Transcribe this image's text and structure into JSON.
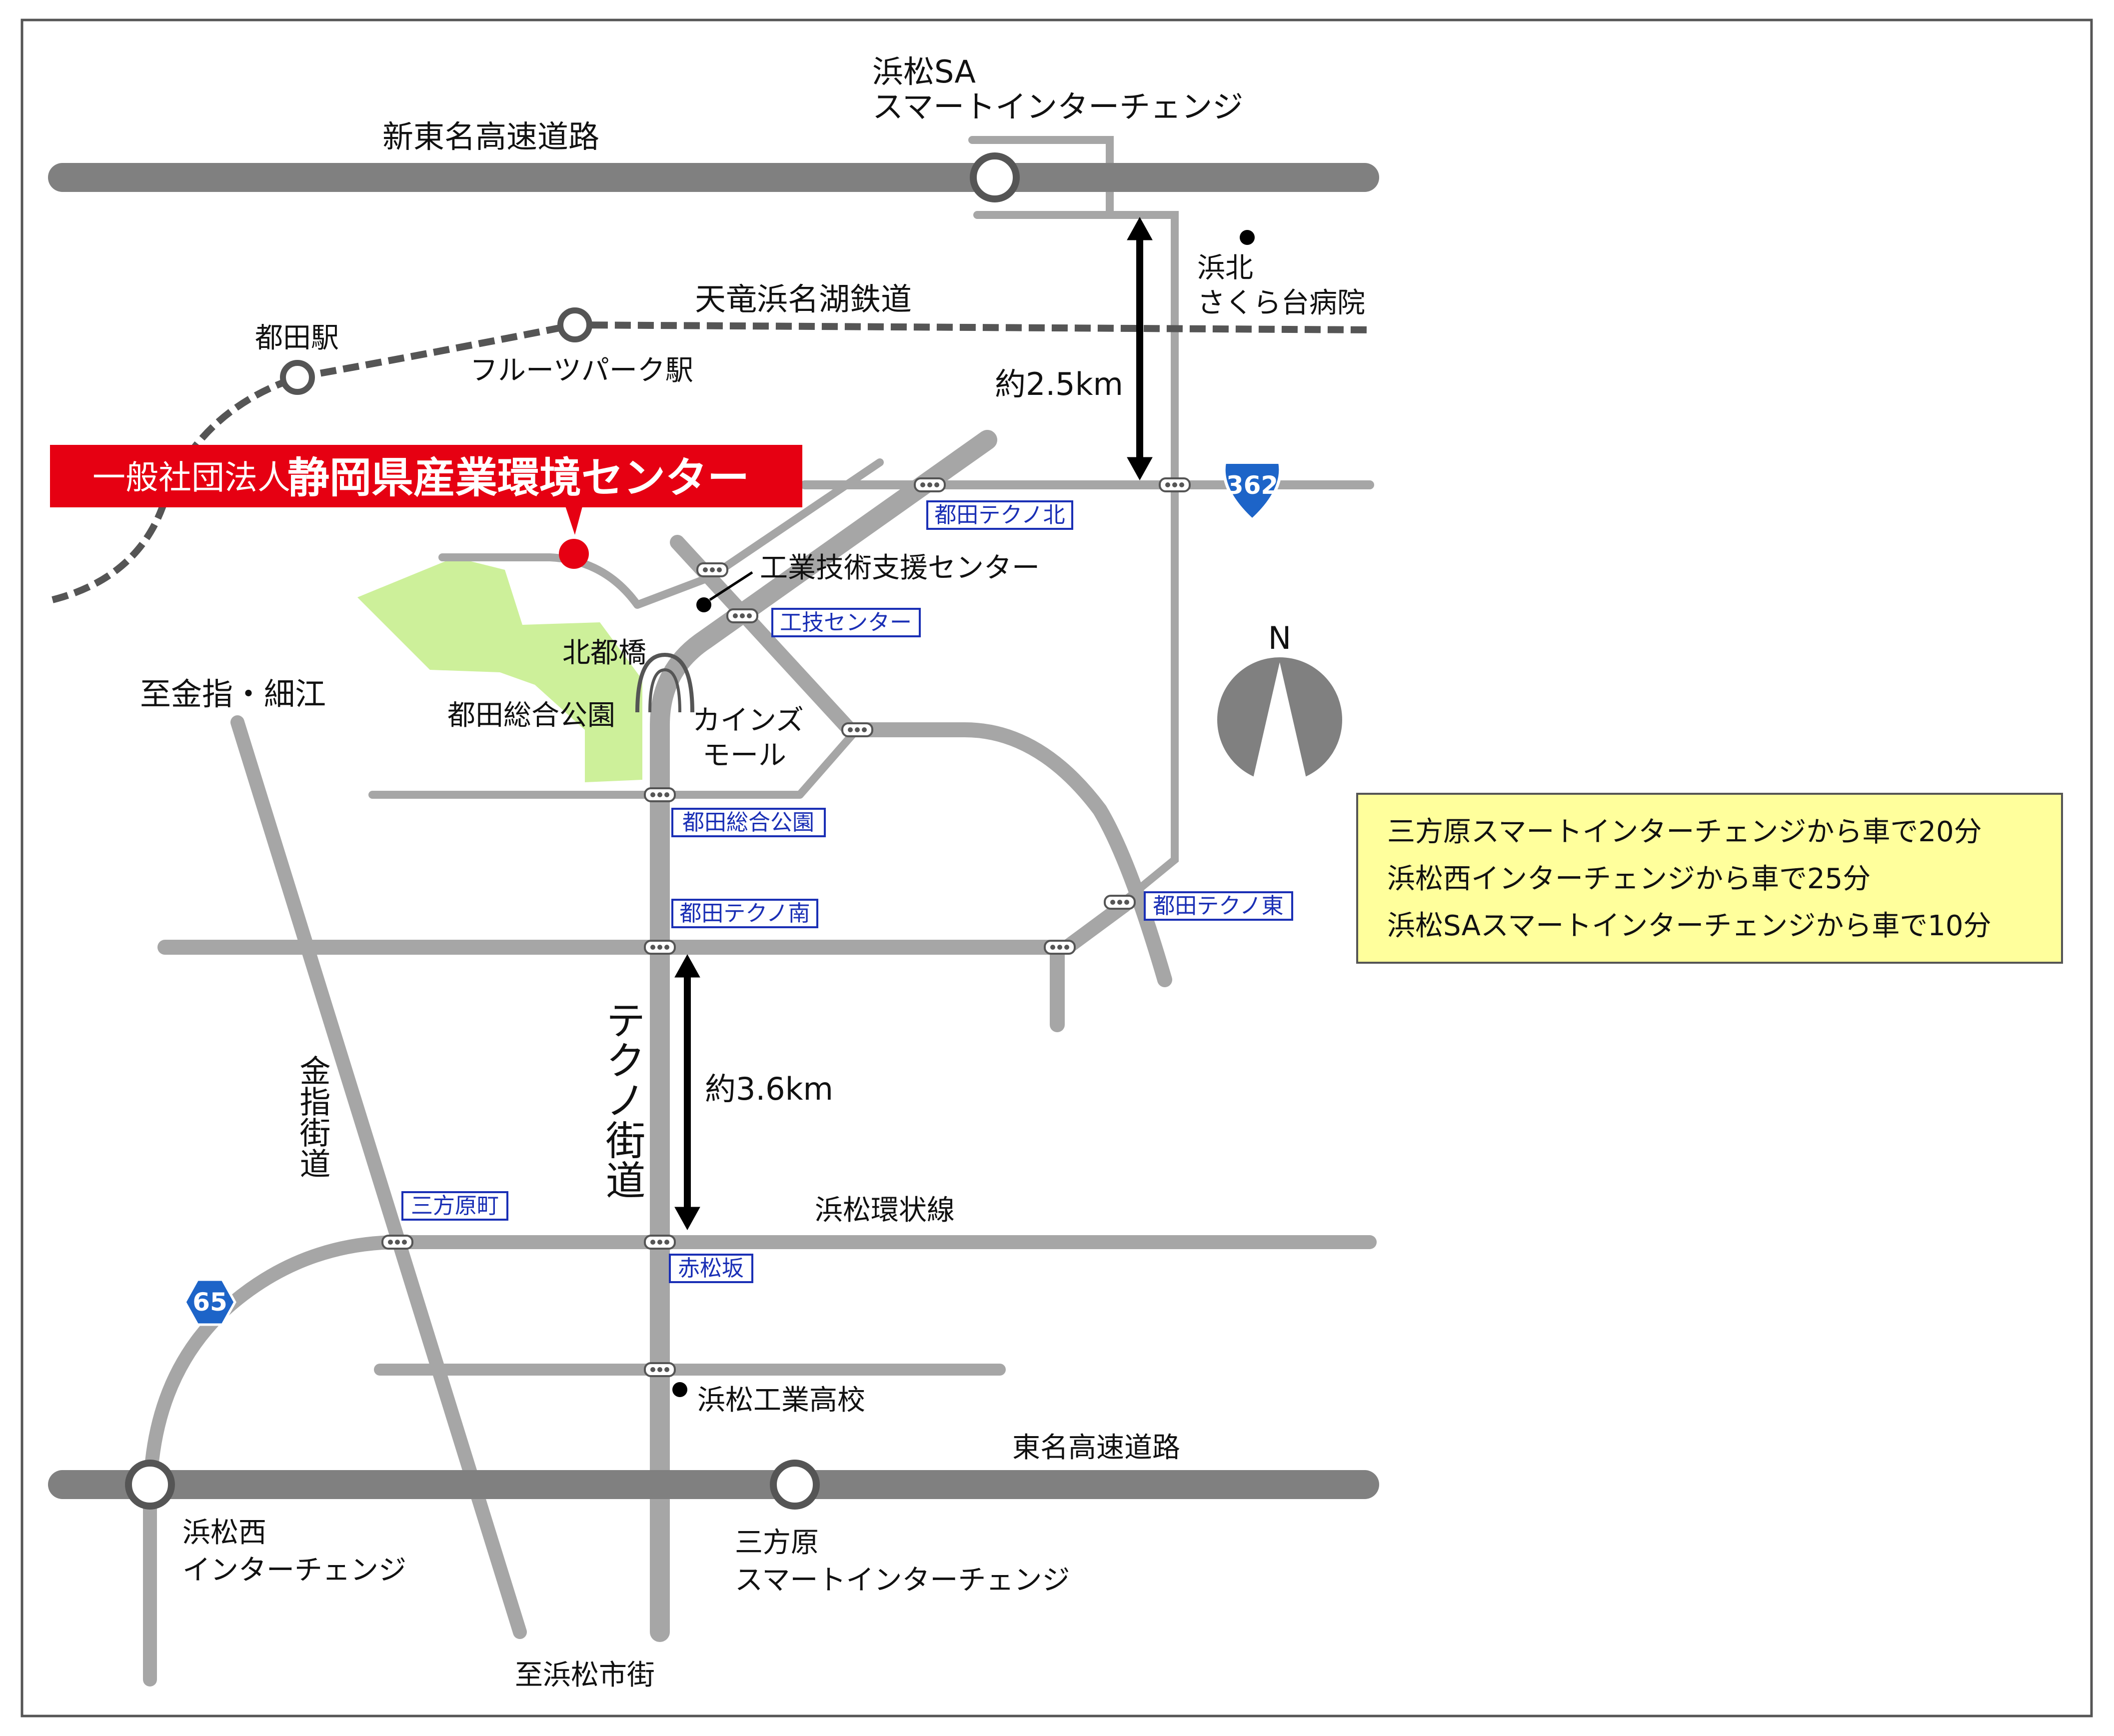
{
  "title": {
    "prefix": "一般社団法人",
    "name": "静岡県産業環境センター",
    "color": "#e60012"
  },
  "roads": {
    "shin_tomei": "新東名高速道路",
    "tomei": "東名高速道路",
    "tenryu_railway": "天竜浜名湖鉄道",
    "techno_kaido": "テクノ街道",
    "kanasashi_kaido": "金指街道",
    "hamamatsu_kanjo": "浜松環状線"
  },
  "interchanges": {
    "hamamatsu_sa_line1": "浜松SA",
    "hamamatsu_sa_line2": "スマートインターチェンジ",
    "hamamatsu_nishi_line1": "浜松西",
    "hamamatsu_nishi_line2": "インターチェンジ",
    "mikatahara_line1": "三方原",
    "mikatahara_line2": "スマートインターチェンジ"
  },
  "stations": {
    "miyakoda": "都田駅",
    "fruit_park": "フルーツパーク駅"
  },
  "places": {
    "sakuradai_line1": "浜北",
    "sakuradai_line2": "さくら台病院",
    "kogyo_gijutsu": "工業技術支援センター",
    "kita_miyakoda_bridge": "北都橋",
    "miyakoda_park": "都田総合公園",
    "cainz_line1": "カインズ",
    "cainz_line2": "モール",
    "hamamatsu_kogyo": "浜松工業高校",
    "to_kanasashi": "至金指・細江",
    "to_hamamatsu": "至浜松市街"
  },
  "intersections": {
    "miyakoda_techno_kita": "都田テクノ北",
    "kogi_center": "工技センター",
    "miyakoda_park": "都田総合公園",
    "miyakoda_techno_minami": "都田テクノ南",
    "miyakoda_techno_higashi": "都田テクノ東",
    "mikatahara_cho": "三方原町",
    "akamatsuzaka": "赤松坂"
  },
  "distances": {
    "sa_to_route362": "約2.5km",
    "techno_minami_to_akamatsuzaka": "約3.6km"
  },
  "route_numbers": {
    "r362": "362",
    "r65": "65"
  },
  "compass": "N",
  "access_info": [
    "三方原スマートインターチェンジから車で20分",
    "浜松西インターチェンジから車で25分",
    "浜松SAスマートインターチェンジから車で10分"
  ],
  "colors": {
    "expressway": "#808080",
    "road": "#a6a6a6",
    "park": "#cdf09a",
    "route_shield": "#1d64c8",
    "info_box": "#ffff9c",
    "intersection_label": "#1a2fb5",
    "location_pin": "#e60012"
  }
}
